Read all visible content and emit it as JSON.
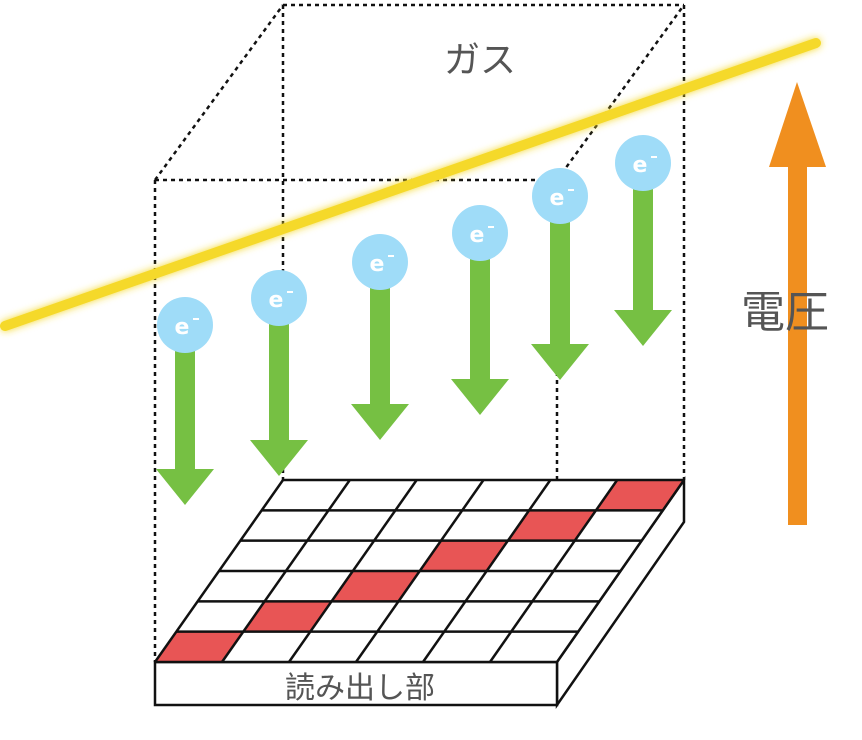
{
  "labels": {
    "gas": "ガス",
    "voltage": "電圧",
    "readout": "読み出し部",
    "electron": "e"
  },
  "grid": {
    "columns": 6,
    "rows": 6,
    "highlighted_cells": [
      [
        0,
        0
      ],
      [
        1,
        1
      ],
      [
        2,
        2
      ],
      [
        3,
        3
      ],
      [
        4,
        4
      ],
      [
        5,
        5
      ]
    ]
  },
  "electron_count": 6,
  "colors": {
    "particle_track": "#f5d92a",
    "electron": "#9fdcf8",
    "drift_arrow": "#76c043",
    "voltage_arrow": "#f08f1f",
    "hit_cell": "#e85555",
    "grid_line": "#111111"
  }
}
